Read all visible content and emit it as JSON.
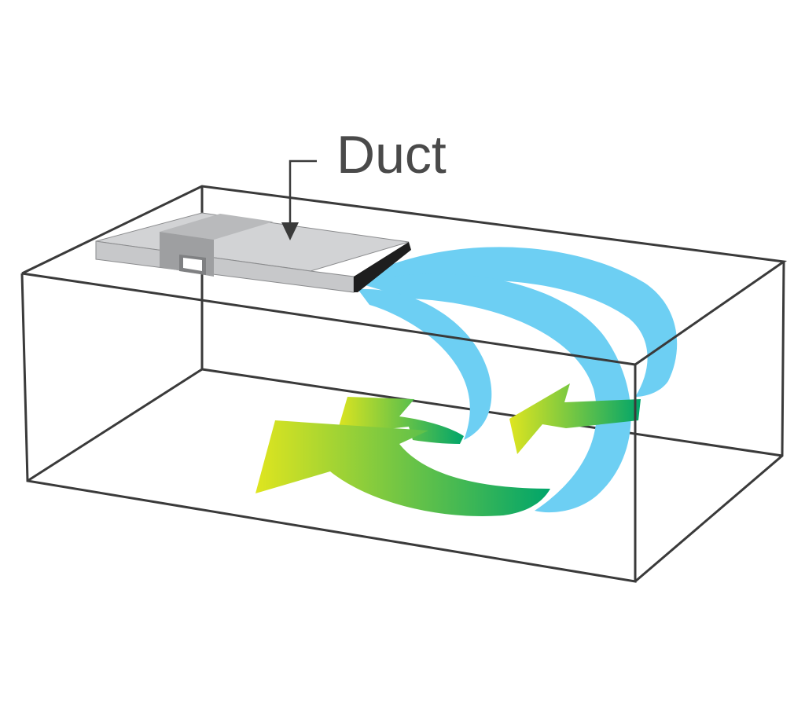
{
  "label": {
    "duct": "Duct"
  },
  "colors": {
    "room_outline": "#3a3a3a",
    "duct_top": "#d2d3d5",
    "duct_side": "#c7c8ca",
    "duct_dark": "#1e1e1e",
    "supply_air": "#6dcff3",
    "return_air_start": "#dfe51f",
    "return_air_end": "#00a56a",
    "label_text": "#4a4a4a"
  },
  "icons": {
    "supply_airflow": "blue-supply-air-arrows",
    "return_airflow": "yellow-green-return-air-arrows",
    "duct": "rectangular-duct",
    "register": "duct-register-box"
  }
}
